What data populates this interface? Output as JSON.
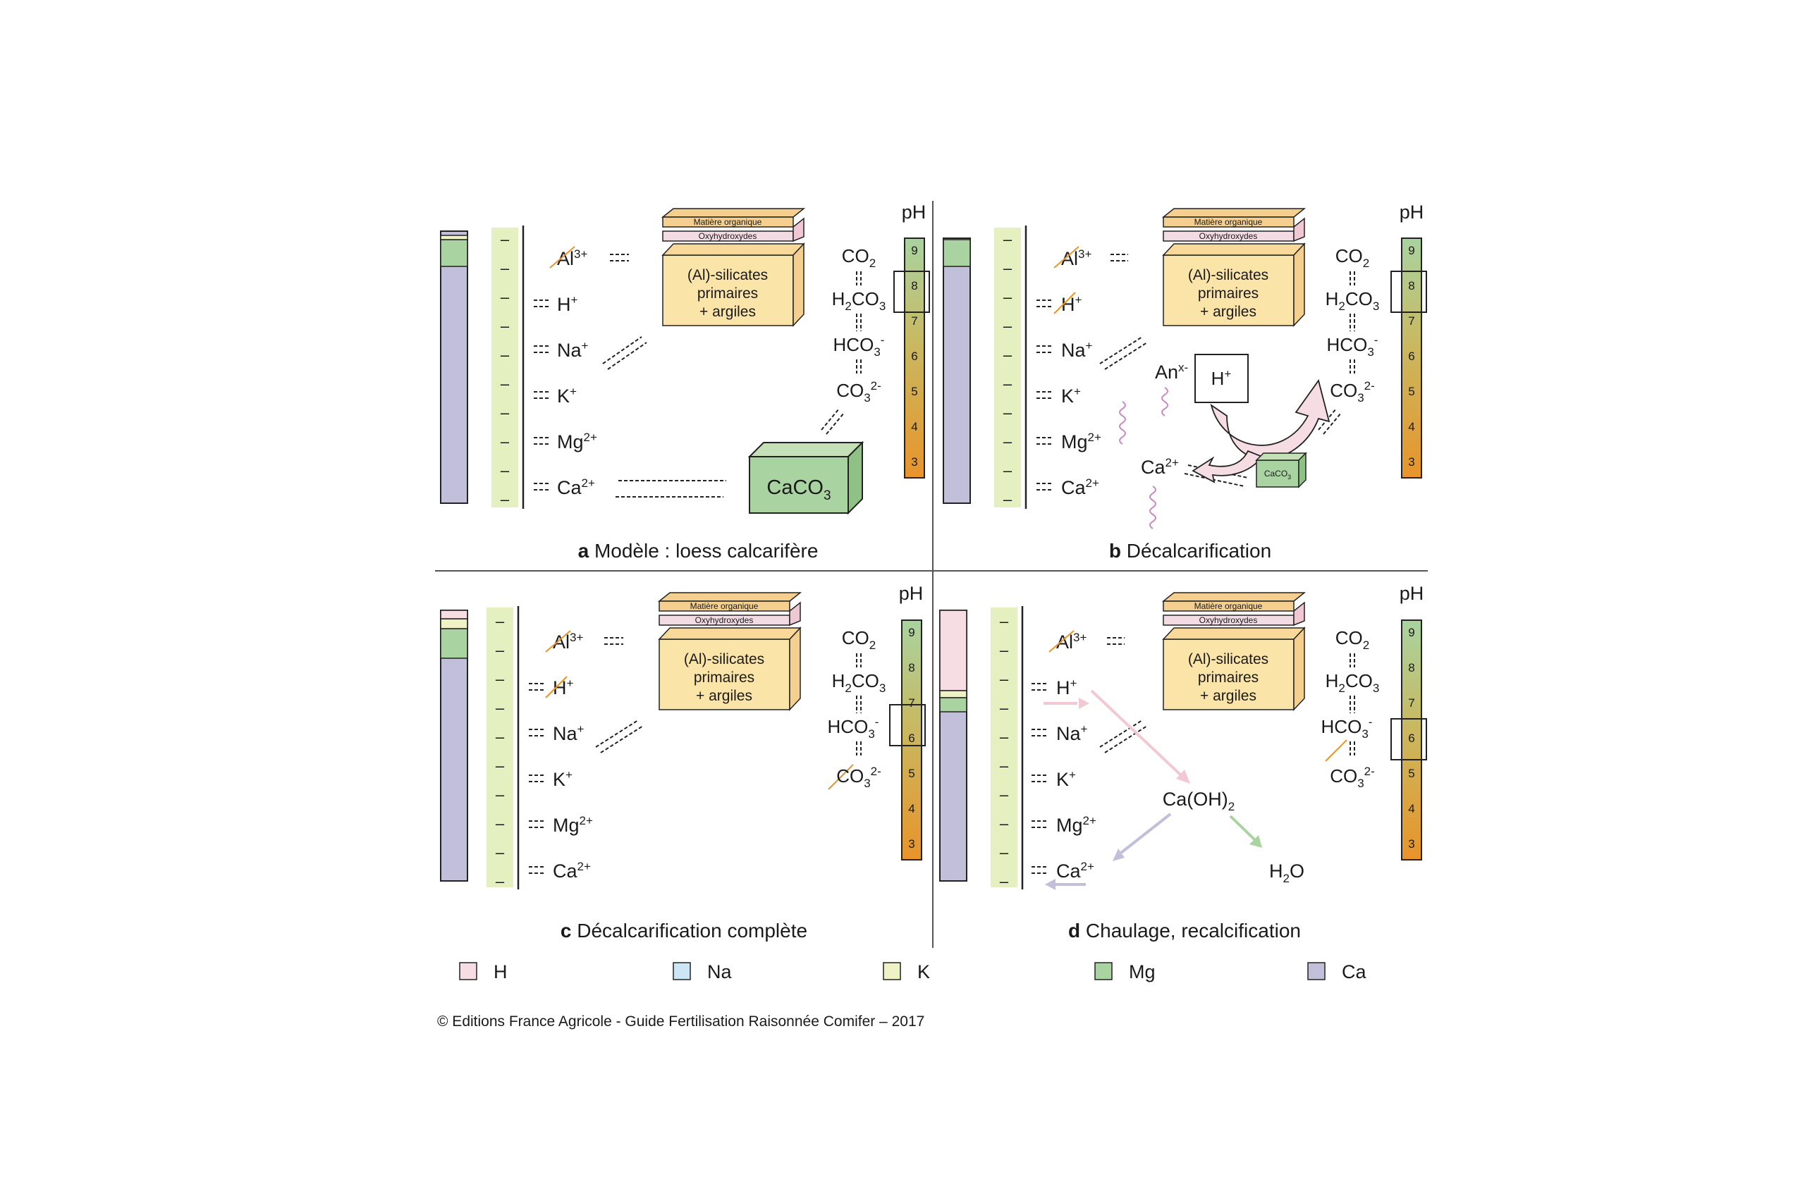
{
  "ion_labels": {
    "al": "Al",
    "al_sup": "3+",
    "h": "H",
    "h_sup": "+",
    "na": "Na",
    "na_sup": "+",
    "k": "K",
    "k_sup": "+",
    "mg": "Mg",
    "mg_sup": "2+",
    "ca": "Ca",
    "ca_sup": "2+"
  },
  "carbonate_labels": {
    "co2": "CO",
    "co2_sub": "2",
    "h2co3_a": "H",
    "h2co3_sub1": "2",
    "h2co3_b": "CO",
    "h2co3_sub2": "3",
    "hco3": "HCO",
    "hco3_sub": "3",
    "hco3_sup": "-",
    "co3": "CO",
    "co3_sub": "3",
    "co3_sup": "2-"
  },
  "block_labels": {
    "organic": "Matière organique",
    "oxy": "Oxyhydroxydes",
    "silicates_line1": "(Al)-silicates",
    "silicates_line2": "primaires",
    "silicates_line3": "+ argiles"
  },
  "ph_label": "pH",
  "ph_scale": [
    "9",
    "8",
    "7",
    "6",
    "5",
    "4",
    "3"
  ],
  "minus": "–",
  "panel_a": {
    "letter": "a",
    "title": "Modèle : loess calcarifère",
    "caco3": "CaCO",
    "caco3_sub": "3",
    "ph_selected": "8"
  },
  "panel_b": {
    "letter": "b",
    "title": "Décalcarification",
    "an": "An",
    "an_sup": "x-",
    "h_box": "H",
    "h_box_sup": "+",
    "caco3_small": "CaCO",
    "caco3_small_sub": "3",
    "ph_selected": "8"
  },
  "panel_c": {
    "letter": "c",
    "title": "Décalcarification complète",
    "ph_selected": "6"
  },
  "panel_d": {
    "letter": "d",
    "title": "Chaulage, recalcification",
    "caoh2": "Ca(OH)",
    "caoh2_sub": "2",
    "h2o_a": "H",
    "h2o_sub": "2",
    "h2o_b": "O",
    "ph_selected": "6"
  },
  "legend": [
    {
      "label": "H",
      "color": "#f6dde3"
    },
    {
      "label": "Na",
      "color": "#cde6f6"
    },
    {
      "label": "K",
      "color": "#eef2c4"
    },
    {
      "label": "Mg",
      "color": "#a9d3a0"
    },
    {
      "label": "Ca",
      "color": "#c1bfd9"
    }
  ],
  "colors": {
    "ca": "#c1bfd9",
    "mg": "#a9d3a0",
    "k": "#eef2c4",
    "h": "#f6dde3",
    "block_top": "#f5cf8f",
    "block_front": "#fbe4a8",
    "oxy": "#f3dbe4",
    "caco3": "#a9d3a0",
    "arrow_pink": "#f2c9d2",
    "wavy": "#c98ac3"
  },
  "copyright": "© Editions France Agricole - Guide Fertilisation Raisonnée Comifer – 2017"
}
